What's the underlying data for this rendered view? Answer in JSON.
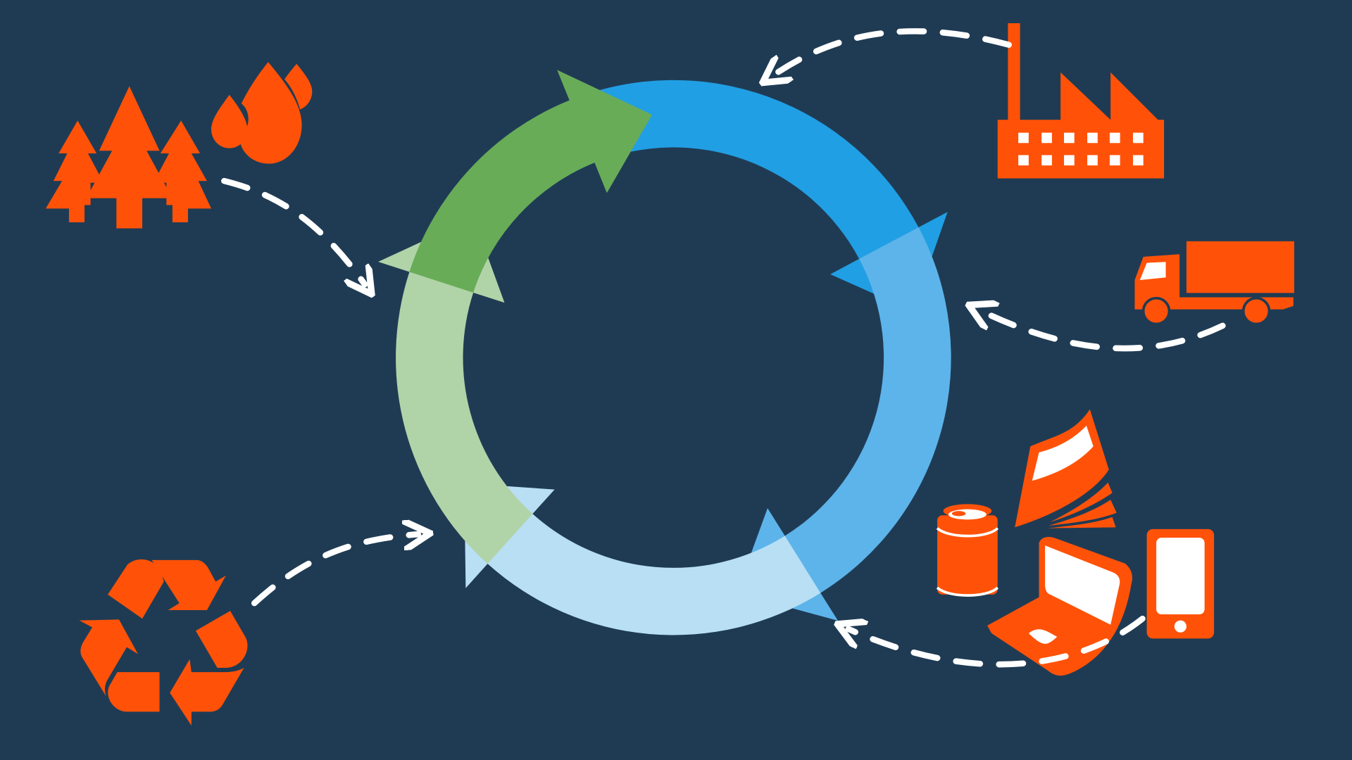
{
  "colors": {
    "background": "#1f3b54",
    "accent_orange": "#ff5208",
    "dashed_arrow": "#ffffff",
    "cycle_segments": [
      "#219fe4",
      "#5db4ea",
      "#b8dff4",
      "#b1d3a8",
      "#68ac58"
    ]
  },
  "cycle_segments": [
    {
      "name": "cycle-arrow-dark-blue",
      "color_index": 0
    },
    {
      "name": "cycle-arrow-mid-blue",
      "color_index": 1
    },
    {
      "name": "cycle-arrow-light-blue",
      "color_index": 2
    },
    {
      "name": "cycle-arrow-pale-green",
      "color_index": 3
    },
    {
      "name": "cycle-arrow-green",
      "color_index": 4
    }
  ],
  "icons": [
    "trees-icon",
    "water-drops-icon",
    "factory-icon",
    "truck-icon",
    "recycle-icon",
    "can-icon",
    "book-icon",
    "laptop-icon",
    "phone-icon"
  ]
}
